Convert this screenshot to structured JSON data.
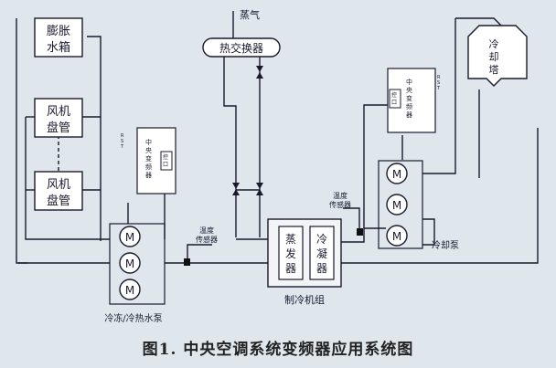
{
  "labels": {
    "expansion_tank": [
      "膨胀",
      "水箱"
    ],
    "fan_coil_1": [
      "风机",
      "盘管"
    ],
    "fan_coil_2": [
      "风机",
      "盘管"
    ],
    "steam": "蒸气",
    "heat_exchanger": "热交换器",
    "cooling_tower": [
      "冷",
      "却",
      "塔"
    ],
    "vfd_chars": [
      "中",
      "央",
      "变",
      "频",
      "器"
    ],
    "vfd_side_chars": [
      "R",
      "S",
      "T"
    ],
    "vfd_ctrl": [
      "控",
      "口"
    ],
    "temp_sensor": [
      "温度",
      "传感器"
    ],
    "evaporator": [
      "蒸",
      "发",
      "器"
    ],
    "condenser": [
      "冷",
      "凝",
      "器"
    ],
    "chiller_unit": "制冷机组",
    "cooling_pump": "冷却泵",
    "chw_pump": "冷冻/冷热水泵",
    "pump_symbol": "M"
  },
  "caption": "图1. 中央空调系统变频器应用系统图",
  "colors": {
    "background": "#dfe6ec",
    "line": "#1a1a2e",
    "box_fill": "#ffffff",
    "chiller_fill": "#f2f4f6",
    "sensor": "#111111"
  }
}
